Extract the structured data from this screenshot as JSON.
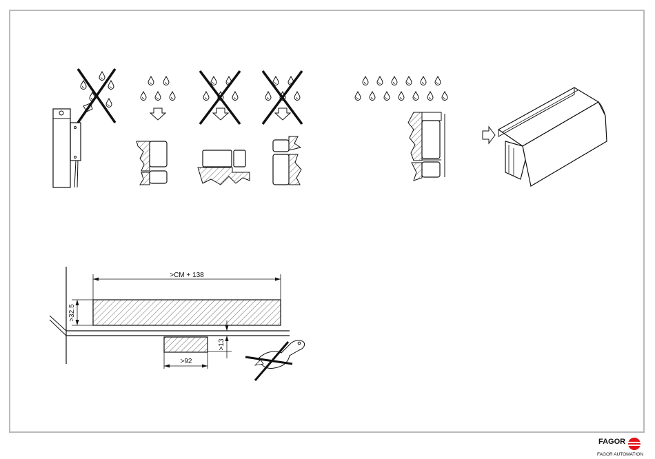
{
  "dimensions": {
    "width_label": ">CM + 138",
    "height_label": ">32.5",
    "gap_label": ">13",
    "block_label": ">92"
  },
  "brand": {
    "name": "FAGOR",
    "subtitle": "FAGOR AUTOMATION",
    "accent": "#e3151a"
  },
  "icons": {
    "crossed_x": "cross-out-icon",
    "drop": "water-drop-icon",
    "arrow": "down-arrow-icon",
    "brush": "paint-brush-icon"
  }
}
